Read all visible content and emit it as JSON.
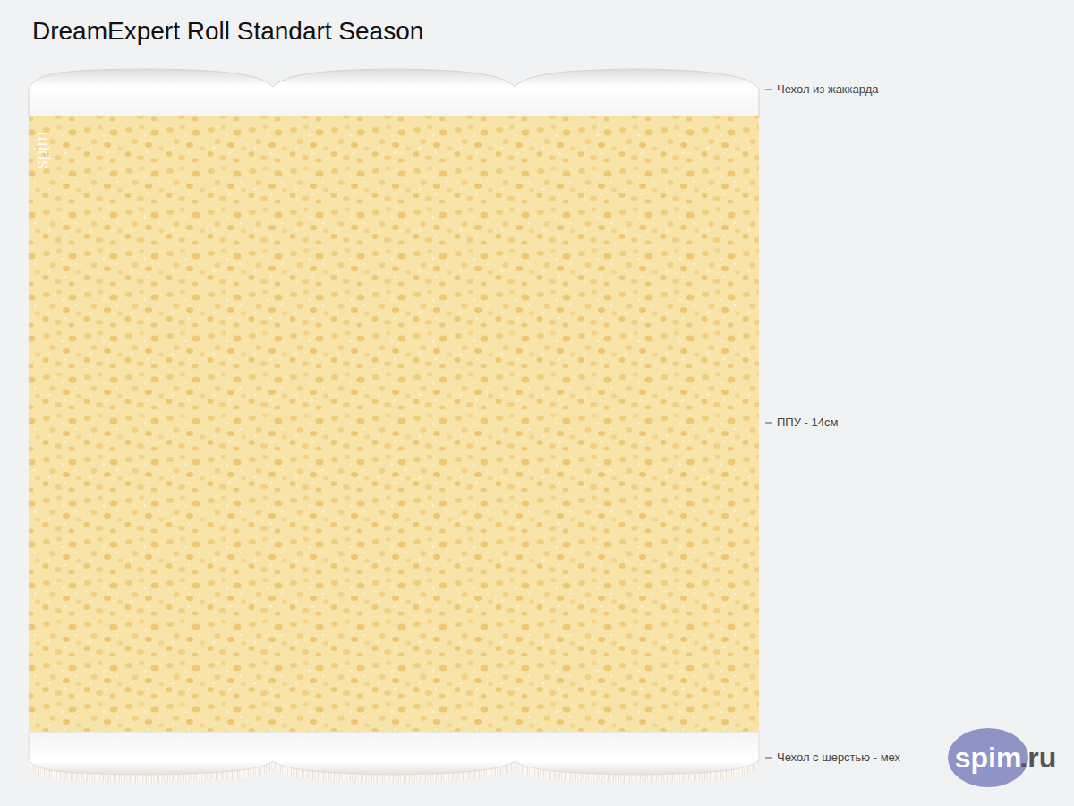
{
  "diagram": {
    "title": "DreamExpert Roll Standart Season",
    "labels": [
      "Чехол из жаккарда",
      "ППУ - 14см",
      "Чехол с шерстью - мех",
      "spim",
      "spim",
      ".ru"
    ]
  }
}
